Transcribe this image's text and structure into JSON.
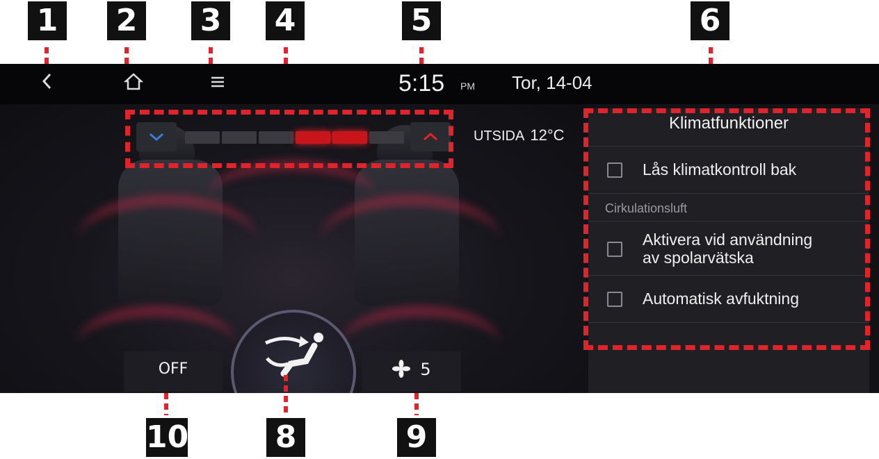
{
  "callouts": [
    "1",
    "2",
    "3",
    "4",
    "5",
    "6",
    "8",
    "9",
    "10"
  ],
  "topbar": {
    "time": "5:15",
    "ampm": "PM",
    "date": "Tor, 14-04",
    "icons": [
      "back-icon",
      "home-icon",
      "menu-icon"
    ]
  },
  "temperature": {
    "down_icon": "chevron-down-icon",
    "up_icon": "chevron-up-icon",
    "segments_total": 6,
    "segments_active": [
      4,
      5
    ]
  },
  "outside": {
    "label": "UTSIDA",
    "value": "12°C"
  },
  "panel": {
    "title": "Klimatfunktioner",
    "options": [
      {
        "label": "Lås klimatkontroll bak",
        "checked": false
      },
      {
        "label": "Aktivera vid användning av spolarvätska",
        "checked": false
      },
      {
        "label": "Automatisk avfuktning",
        "checked": false
      }
    ],
    "section": "Cirkulationsluft",
    "line_a": "Aktivera vid användning",
    "line_b": "av spolarvätska"
  },
  "bottom": {
    "off_label": "OFF",
    "fan_value": "5",
    "fan_icon": "fan-icon",
    "mode_icon": "airflow-mode-icon"
  },
  "colors": {
    "accent_red": "#e0242b",
    "cool_blue": "#3a7bd5"
  }
}
